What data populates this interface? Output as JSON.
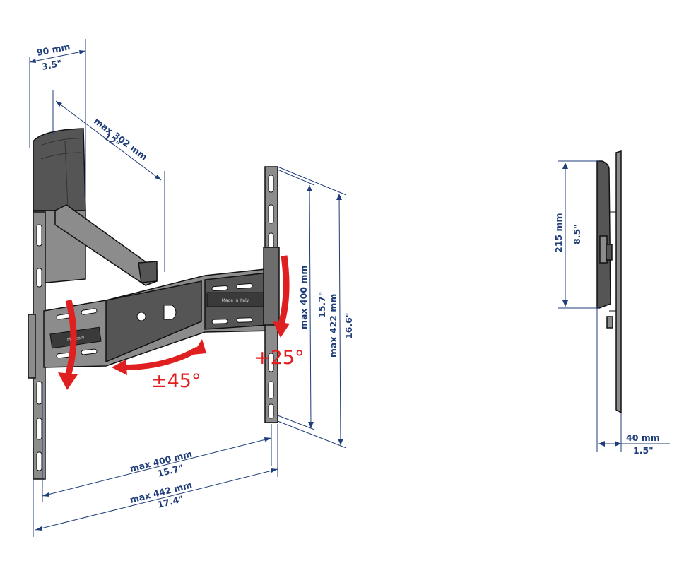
{
  "colors": {
    "dimension": "#1e3d7a",
    "rotation": "#e02020",
    "metal": "#8c8c8c",
    "outline": "#111111"
  },
  "dimensions": {
    "depth_min": {
      "mm": "90 mm",
      "inch": "3.5\""
    },
    "extension": {
      "mm": "max 302 mm",
      "inch": "12\""
    },
    "vesa_v_inner": {
      "mm": "max 400 mm",
      "inch": "15.7\""
    },
    "vesa_v_outer": {
      "mm": "max 422 mm",
      "inch": "16.6\""
    },
    "vesa_h_inner": {
      "mm": "max 400 mm",
      "inch": "15.7\""
    },
    "vesa_h_outer": {
      "mm": "max 442 mm",
      "inch": "17.4\""
    },
    "side_height": {
      "mm": "215 mm",
      "inch": "8.5\""
    },
    "side_depth": {
      "mm": "40 mm",
      "inch": "1.5\""
    }
  },
  "rotations": {
    "swivel": "±45°",
    "tilt": "+25°"
  },
  "labels": {
    "made_in": "Made in Italy",
    "brand": "Meliconi"
  }
}
